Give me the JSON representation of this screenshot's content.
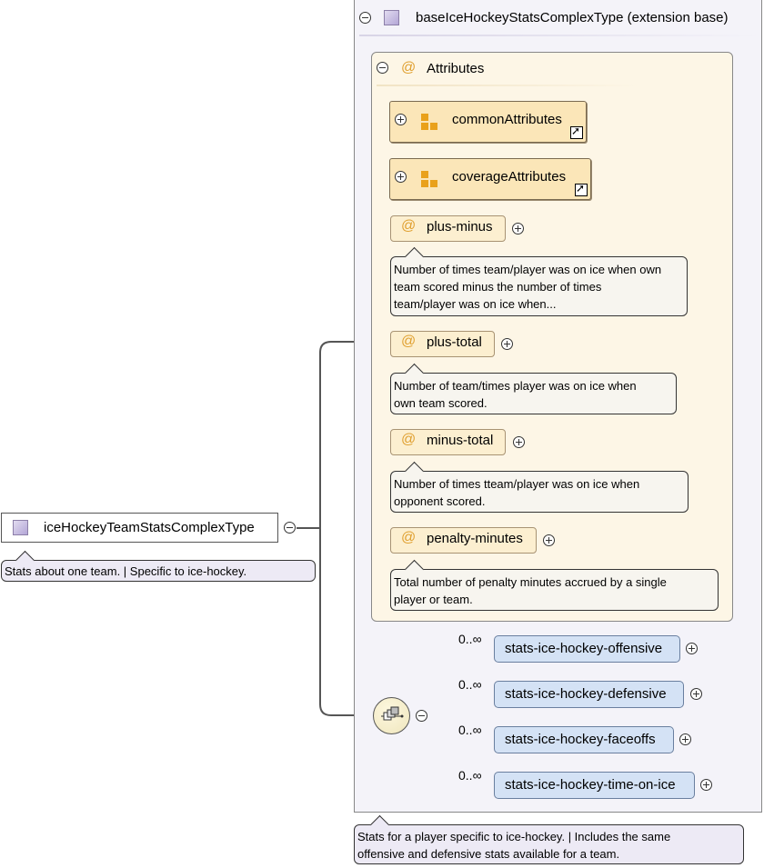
{
  "root": {
    "label": "iceHockeyTeamStatsComplexType",
    "doc": "Stats about one team. | Specific to ice-hockey."
  },
  "base": {
    "label": "baseIceHockeyStatsComplexType (extension base)",
    "doc_line1": "Stats for a player specific to ice-hockey. | Includes the same",
    "doc_line2": "offensive and defensive stats available for a team."
  },
  "attributes": {
    "heading": "Attributes",
    "at_symbol": "@",
    "groups": [
      {
        "label": "commonAttributes"
      },
      {
        "label": "coverageAttributes"
      }
    ],
    "items": [
      {
        "label": "plus-minus",
        "doc_lines": [
          "Number of times team/player was on ice when own",
          "team scored minus the number of times",
          "team/player was on ice when..."
        ]
      },
      {
        "label": "plus-total",
        "doc_lines": [
          "Number of team/times player was on ice when",
          "own team scored."
        ]
      },
      {
        "label": "minus-total",
        "doc_lines": [
          "Number of times tteam/player was on ice when",
          "opponent scored."
        ]
      },
      {
        "label": "penalty-minutes",
        "doc_lines": [
          "Total number of penalty minutes accrued by a single",
          "player or team."
        ]
      }
    ]
  },
  "sequence": {
    "elements": [
      {
        "label": "stats-ice-hockey-offensive",
        "cardinality": "0..∞"
      },
      {
        "label": "stats-ice-hockey-defensive",
        "cardinality": "0..∞"
      },
      {
        "label": "stats-ice-hockey-faceoffs",
        "cardinality": "0..∞"
      },
      {
        "label": "stats-ice-hockey-time-on-ice",
        "cardinality": "0..∞"
      }
    ]
  },
  "icons": {
    "collapse": "minus-circle-icon",
    "expand": "plus-circle-icon",
    "complex_type": "complex-type-icon",
    "attribute_group": "attribute-group-icon",
    "shortcut": "shortcut-arrow-icon",
    "sequence": "sequence-compositor-icon"
  },
  "colors": {
    "base_panel": "#f4f3f9",
    "attributes_panel": "#fdf6e6",
    "attribute_fill": "#fcefd0",
    "element_fill": "#d4e2f5",
    "doc_fill": "#f7f5ef",
    "type_icon": "#b3a6d6"
  }
}
